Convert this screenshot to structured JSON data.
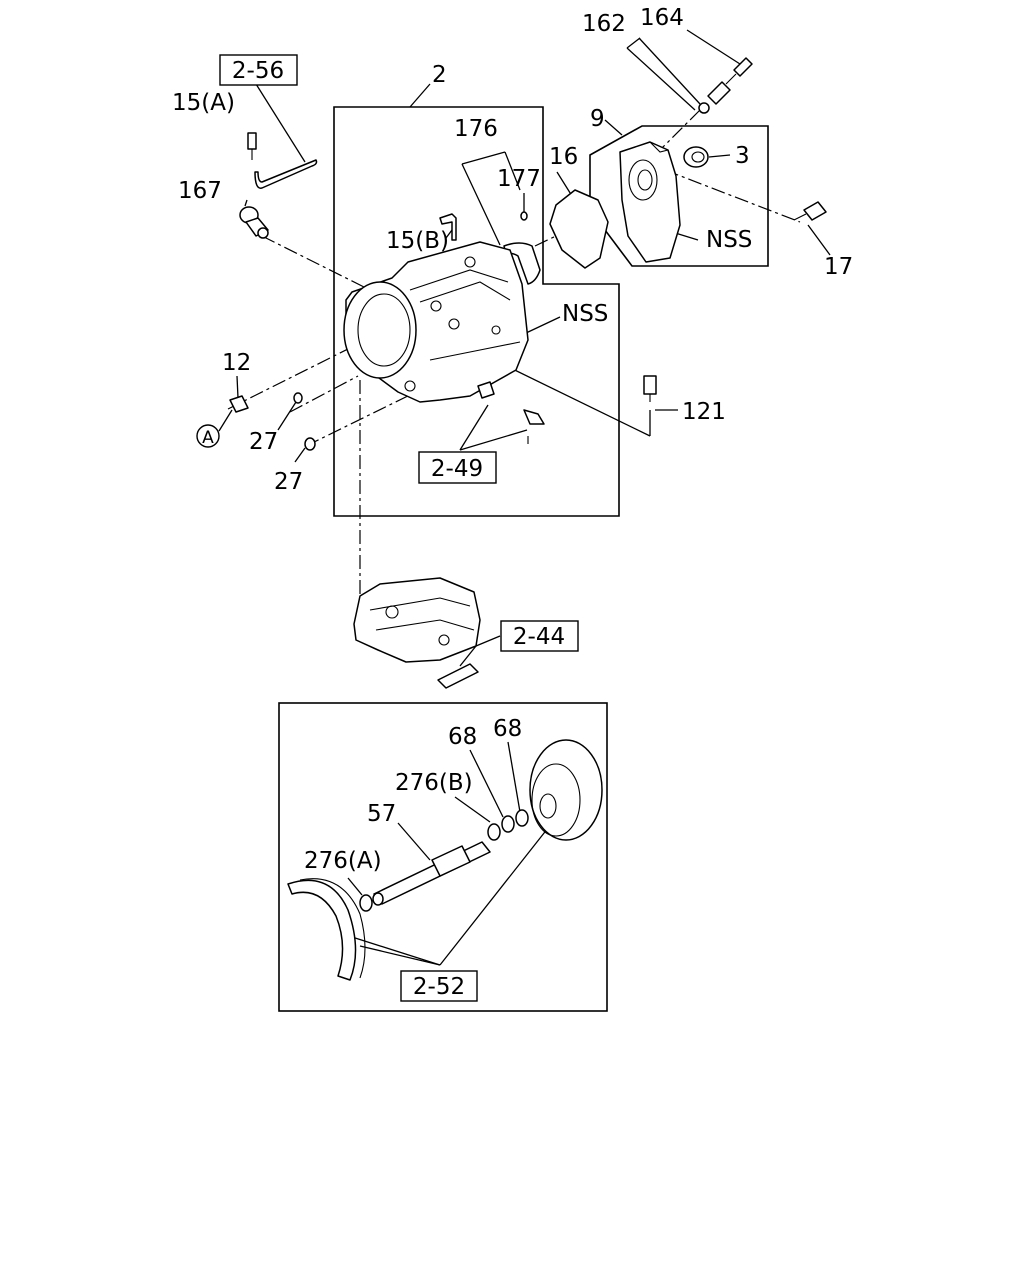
{
  "refs": {
    "r2_56": "2-56",
    "r2_49": "2-49",
    "r2_44": "2-44",
    "r2_52": "2-52"
  },
  "labels": {
    "p162": "162",
    "p164": "164",
    "p2": "2",
    "p9": "9",
    "p3": "3",
    "p15a": "15(A)",
    "p176": "176",
    "p16": "16",
    "p177": "177",
    "p167": "167",
    "p15b": "15(B)",
    "nss_pump": "NSS",
    "p17": "17",
    "nss_case": "NSS",
    "p12": "12",
    "p121": "121",
    "pA": "A",
    "p27a": "27",
    "p27b": "27",
    "p68a": "68",
    "p68b": "68",
    "p276b": "276(B)",
    "p57": "57",
    "p276a": "276(A)"
  }
}
